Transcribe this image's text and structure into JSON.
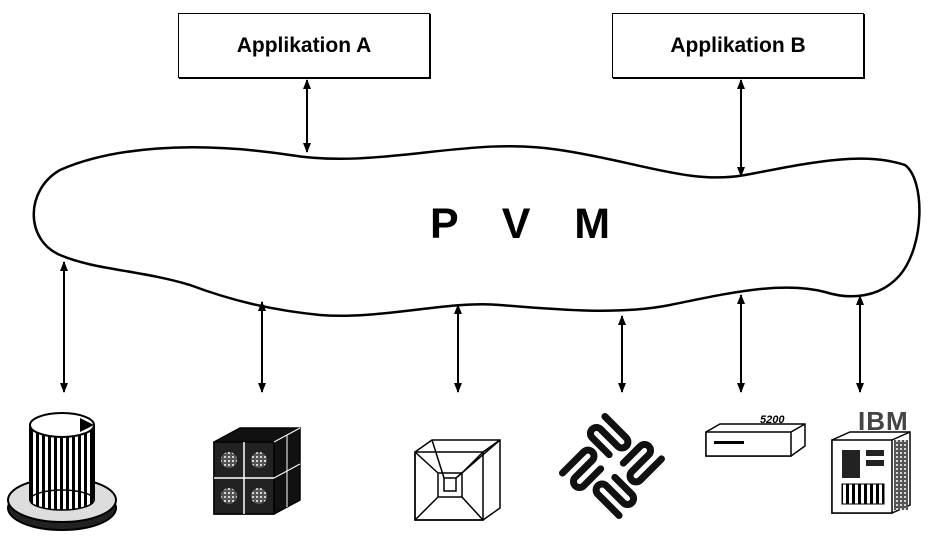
{
  "applications": [
    {
      "label": "Applikation A"
    },
    {
      "label": "Applikation B"
    }
  ],
  "middleware": {
    "label": "P   V   M"
  },
  "machines": [
    {
      "icon": "cylinder-supercomputer-icon"
    },
    {
      "icon": "hypercube-multiprocessor-icon"
    },
    {
      "icon": "wireframe-cube-icon"
    },
    {
      "icon": "sun-logo-workstation-icon"
    },
    {
      "icon": "desktop-unit-icon",
      "model_label": "5200"
    },
    {
      "icon": "ibm-tower-computer-icon",
      "brand_label": "IBM"
    }
  ],
  "colors": {
    "line": "#000000",
    "background": "#ffffff"
  }
}
